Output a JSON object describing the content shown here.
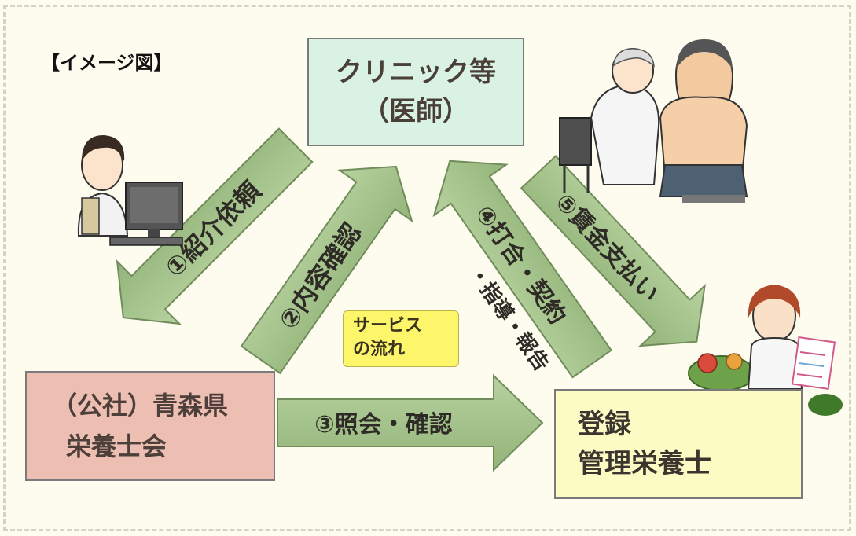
{
  "caption": "【イメージ図】",
  "nodes": {
    "clinic": {
      "line1": "クリニック等",
      "line2": "（医師）"
    },
    "association": {
      "line1": "（公社）青森県",
      "line2": "栄養士会"
    },
    "dietitian": {
      "line1": "登録",
      "line2": "管理栄養士"
    }
  },
  "service_note": {
    "line1": "サービス",
    "line2": "の流れ"
  },
  "flows": {
    "step1": "①紹介依頼",
    "step2": "②内容確認",
    "step3": "③照会・確認",
    "step4_line1": "④打合・契約",
    "step4_line2": "・指導・報告",
    "step5": "⑤賃金支払い"
  },
  "colors": {
    "arrow_fill": "#a3c18a",
    "arrow_stroke": "#6f8c5a",
    "clinic_box": "#d9f2e4",
    "association_box": "#edbfb3",
    "dietitian_box": "#fdfbc4",
    "note_box": "#fdf56a"
  },
  "illustrations": [
    "office-worker-at-computer",
    "doctor-examining-patient",
    "dietitian-with-vegetables"
  ]
}
